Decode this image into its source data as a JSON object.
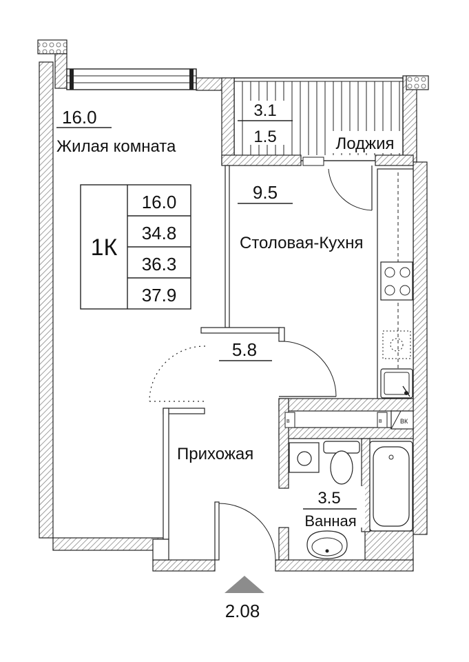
{
  "rooms": {
    "living": {
      "area": "16.0",
      "name": "Жилая комната"
    },
    "loggia": {
      "area_total": "3.1",
      "area_reduced": "1.5",
      "name": "Лоджия"
    },
    "kitchen": {
      "area": "9.5",
      "name": "Столовая-Кухня"
    },
    "hall": {
      "area": "5.8",
      "name": "Прихожая"
    },
    "bath": {
      "area": "3.5",
      "name": "Ванная"
    }
  },
  "summary": {
    "type": "1К",
    "values": [
      "16.0",
      "34.8",
      "36.3",
      "37.9"
    ]
  },
  "riser_labels": {
    "vk": "ВК",
    "k1": "В",
    "k2": "В"
  },
  "entrance": {
    "label": "2.08"
  },
  "colors": {
    "line": "#222222",
    "hatch": "#9a9a9a",
    "marker": "#8c8c8c"
  },
  "icons": [
    "window-icon",
    "door-icon",
    "stove-icon",
    "sink-icon",
    "toilet-icon",
    "bathtub-icon",
    "washbasin-icon",
    "washing-machine-icon",
    "entrance-arrow-icon"
  ]
}
